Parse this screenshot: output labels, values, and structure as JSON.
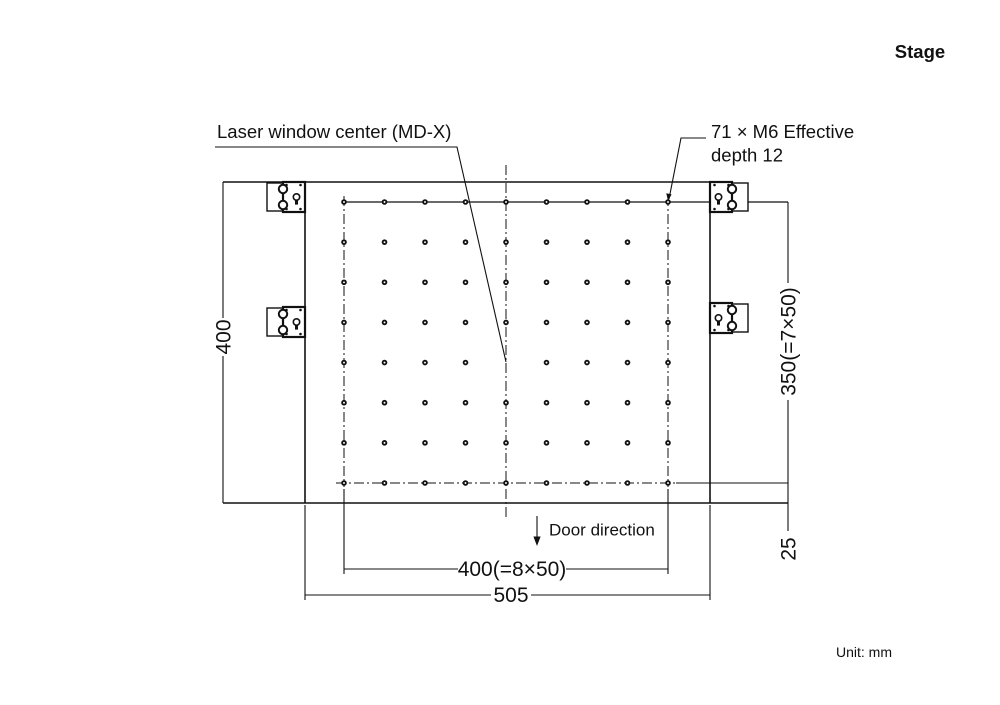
{
  "title": "Stage",
  "unit_note": "Unit: mm",
  "annotations": {
    "laser_window": "Laser window center (MD-X)",
    "m6_label_line1": "71 × M6 Effective",
    "m6_label_line2": "depth 12",
    "door_direction": "Door direction"
  },
  "dimensions": {
    "stage_height": "400",
    "overall_width": "505",
    "hole_span_horizontal": "400(=8×50)",
    "hole_span_vertical": "350(=7×50)",
    "bottom_row_offset": "25"
  },
  "hole_grid": {
    "columns": 9,
    "rows": 8,
    "pitch_mm": 50,
    "total_holes": 71,
    "thread": "M6",
    "effective_depth_mm": 12,
    "missing": {
      "col": 5,
      "row": 5,
      "reason": "laser window center"
    }
  }
}
